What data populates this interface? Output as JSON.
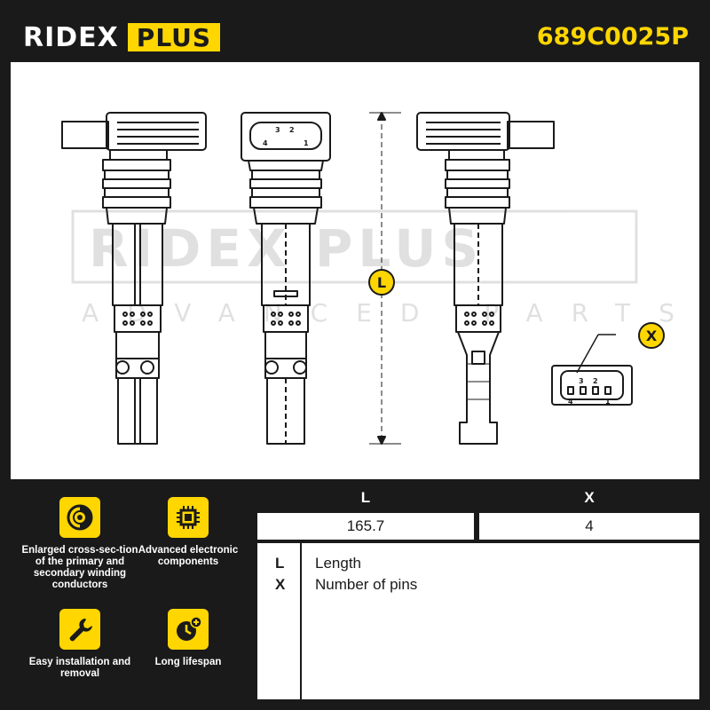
{
  "header": {
    "brand_main": "RIDEX",
    "brand_plus": "PLUS",
    "part_code": "689C0025P"
  },
  "watermark": {
    "brand": "RIDEX PLUS",
    "tagline": "ADVANCED PARTS"
  },
  "drawing": {
    "dimension_label_L": "L",
    "dimension_label_X": "X",
    "pin_numbers_top": [
      "4",
      "3",
      "2",
      "1"
    ],
    "pin_numbers_detail": [
      "4",
      "3",
      "2",
      "1"
    ]
  },
  "features": [
    {
      "label": "Enlarged cross-sec-tion of the primary and secondary winding conductors",
      "icon": "cross-section-icon"
    },
    {
      "label": "Advanced electronic components",
      "icon": "chip-icon"
    },
    {
      "label": "Easy installation and removal",
      "icon": "wrench-icon"
    },
    {
      "label": "Long lifespan",
      "icon": "clock-plus-icon"
    }
  ],
  "spec_table": {
    "headers": [
      "L",
      "X"
    ],
    "values": [
      "165.7",
      "4"
    ]
  },
  "legend": [
    {
      "key": "L",
      "value": "Length"
    },
    {
      "key": "X",
      "value": "Number of pins"
    }
  ],
  "colors": {
    "accent": "#ffd600",
    "dark": "#1a1a1a",
    "light": "#ffffff"
  }
}
